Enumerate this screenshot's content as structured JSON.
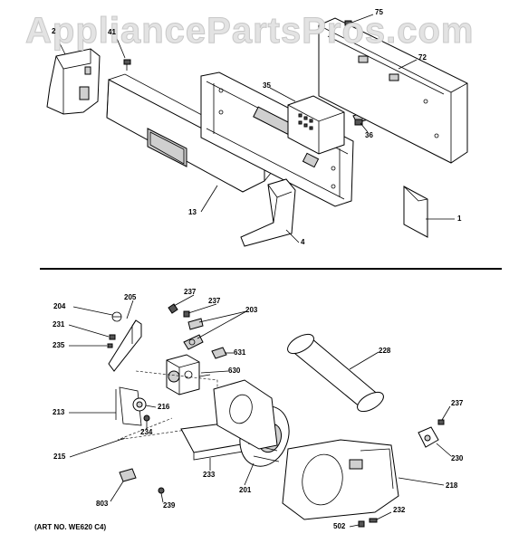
{
  "watermark": "AppliancePartsPros.com",
  "caption": "(ART NO. WE620 C4)",
  "callouts": [
    {
      "id": "2",
      "text": "2"
    },
    {
      "id": "41",
      "text": "41"
    },
    {
      "id": "75",
      "text": "75"
    },
    {
      "id": "72",
      "text": "72"
    },
    {
      "id": "35",
      "text": "35"
    },
    {
      "id": "36",
      "text": "36"
    },
    {
      "id": "13",
      "text": "13"
    },
    {
      "id": "4",
      "text": "4"
    },
    {
      "id": "1",
      "text": "1"
    },
    {
      "id": "204",
      "text": "204"
    },
    {
      "id": "205",
      "text": "205"
    },
    {
      "id": "237a",
      "text": "237"
    },
    {
      "id": "237b",
      "text": "237"
    },
    {
      "id": "203",
      "text": "203"
    },
    {
      "id": "231",
      "text": "231"
    },
    {
      "id": "235",
      "text": "235"
    },
    {
      "id": "631",
      "text": "631"
    },
    {
      "id": "228",
      "text": "228"
    },
    {
      "id": "630",
      "text": "630"
    },
    {
      "id": "213",
      "text": "213"
    },
    {
      "id": "216",
      "text": "216"
    },
    {
      "id": "234",
      "text": "234"
    },
    {
      "id": "237c",
      "text": "237"
    },
    {
      "id": "230",
      "text": "230"
    },
    {
      "id": "215",
      "text": "215"
    },
    {
      "id": "233",
      "text": "233"
    },
    {
      "id": "201",
      "text": "201"
    },
    {
      "id": "218",
      "text": "218"
    },
    {
      "id": "803",
      "text": "803"
    },
    {
      "id": "239",
      "text": "239"
    },
    {
      "id": "232",
      "text": "232"
    },
    {
      "id": "502",
      "text": "502"
    }
  ]
}
